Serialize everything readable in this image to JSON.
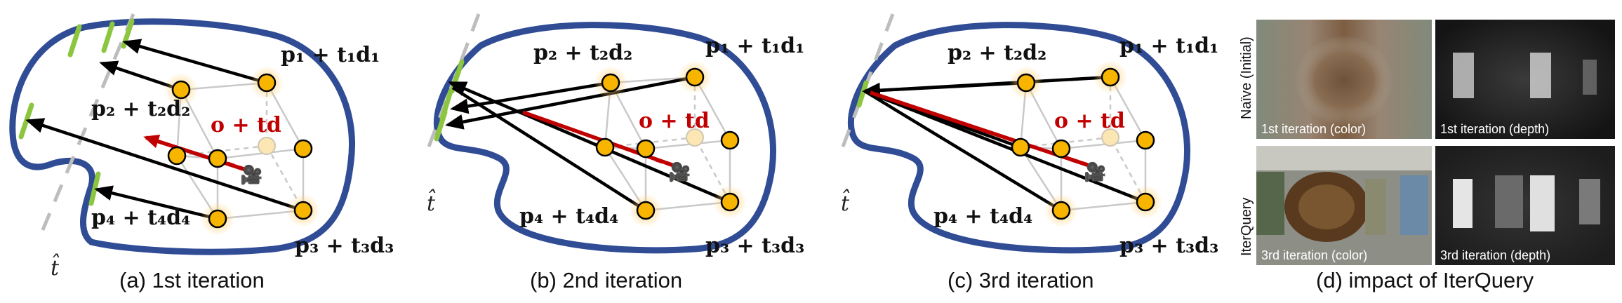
{
  "panels": [
    {
      "caption": "(a) 1st iteration",
      "labels": {
        "p1": "p₁ + t₁d₁",
        "p2": "p₂ + t₂d₂",
        "p3": "p₃ + t₃d₃",
        "p4": "p₄ + t₄d₄",
        "origin": "o + td",
        "axis": "t̂"
      }
    },
    {
      "caption": "(b) 2nd iteration",
      "labels": {
        "p1": "p₁ + t₁d₁",
        "p2": "p₂ + t₂d₂",
        "p3": "p₃ + t₃d₃",
        "p4": "p₄ + t₄d₄",
        "origin": "o + td",
        "axis": "t̂"
      }
    },
    {
      "caption": "(c) 3rd iteration",
      "labels": {
        "p1": "p₁ + t₁d₁",
        "p2": "p₂ + t₂d₂",
        "p3": "p₃ + t₃d₃",
        "p4": "p₄ + t₄d₄",
        "origin": "o + td",
        "axis": "t̂"
      }
    }
  ],
  "impact": {
    "caption": "(d) impact of IterQuery",
    "rows": [
      {
        "label": "Naïve (Initial)",
        "color_label": "1st iteration (color)",
        "depth_label": "1st iteration (depth)"
      },
      {
        "label": "IterQuery",
        "color_label": "3rd iteration (color)",
        "depth_label": "3rd iteration (depth)"
      }
    ]
  },
  "colors": {
    "boundary": "#2f4c95",
    "hit": "#8cc63f",
    "origin_ray": "#c00000",
    "points": "#f7b500"
  }
}
